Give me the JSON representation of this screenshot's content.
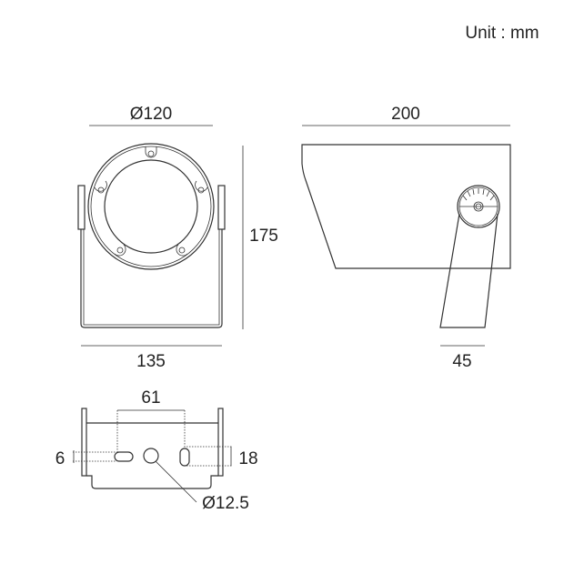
{
  "unit_label": "Unit : mm",
  "front_view": {
    "diameter": "Ø120",
    "height": "175",
    "width": "135"
  },
  "side_view": {
    "length": "200",
    "arm_width": "45"
  },
  "bracket_view": {
    "hole_spacing": "61",
    "slot_width": "6",
    "slot_length": "18",
    "hole_diameter": "Ø12.5"
  }
}
